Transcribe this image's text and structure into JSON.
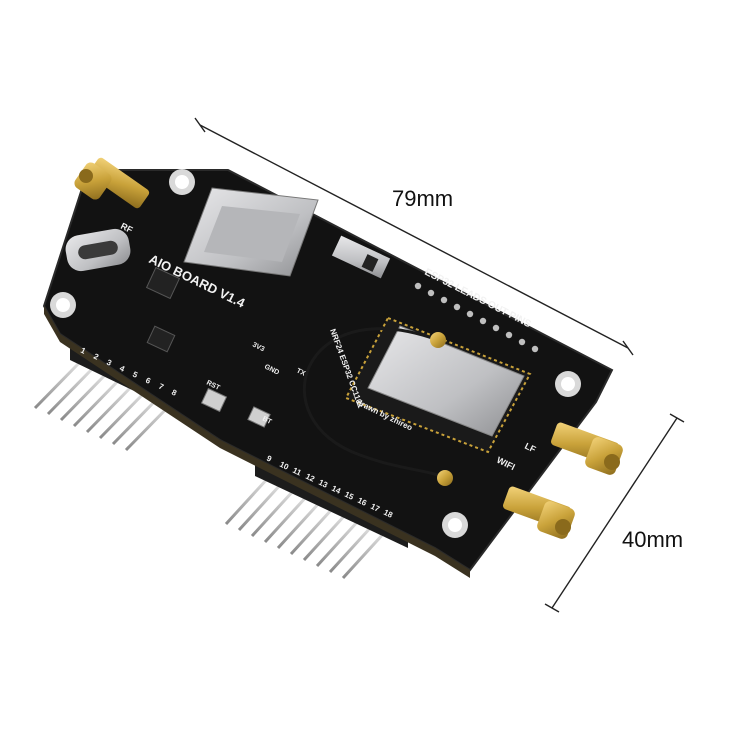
{
  "dimensions": {
    "length": "79mm",
    "width": "40mm"
  },
  "board": {
    "title": "AIO BOARD V1.4",
    "header_label": "ESP32 LEADS OUT PINS",
    "rf_label": "RF",
    "lf_label": "LF",
    "wifi_label": "WIFI",
    "pin_3v3": "3V3",
    "pin_gnd": "GND",
    "pin_rst": "RST",
    "pin_bt": "BT",
    "pin_tx": "TX",
    "module_text": "NRF24 ESP32 CC1101",
    "antenna_text": "drawn by zhireo",
    "left_pins": [
      "1",
      "2",
      "3",
      "4",
      "5",
      "6",
      "7",
      "8"
    ],
    "right_pins": [
      "9",
      "10",
      "11",
      "12",
      "13",
      "14",
      "15",
      "16",
      "17",
      "18"
    ]
  },
  "colors": {
    "pcb": "#111111",
    "silkscreen": "#f2f2f2",
    "gold": "#c9a23a",
    "metal": "#cfd0d2",
    "antenna_wire": "#1a1a1a"
  }
}
